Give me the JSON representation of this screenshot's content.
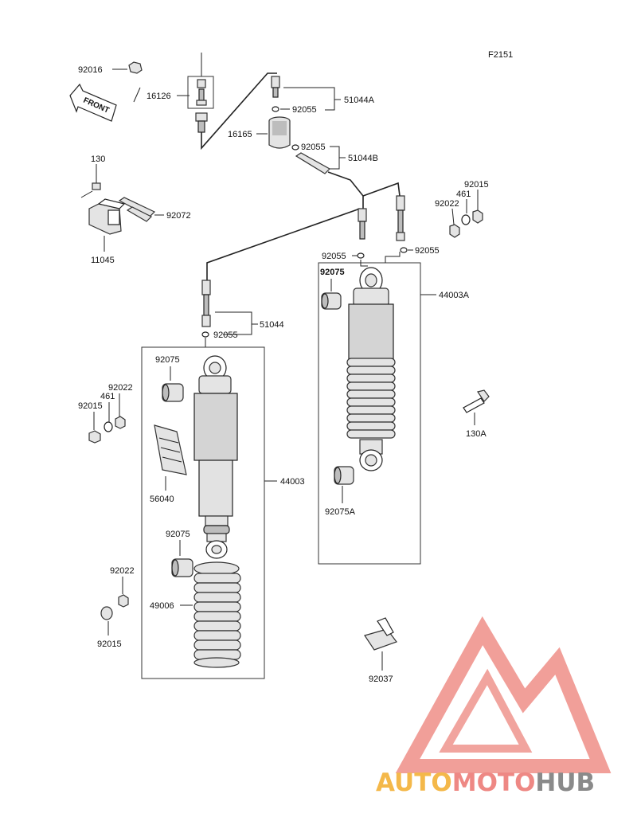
{
  "diagram": {
    "code": "F2151",
    "front_label": "FRONT",
    "labels": {
      "p92016": "92016",
      "p16126": "16126",
      "p51044A": "51044A",
      "p92055_a": "92055",
      "p16165": "16165",
      "p92055_b": "92055",
      "p51044B": "51044B",
      "p130": "130",
      "p92072": "92072",
      "p11045": "11045",
      "p92015_r": "92015",
      "p461_r": "461",
      "p92022_r": "92022",
      "p92055_c": "92055",
      "p92055_d": "92055",
      "p92075_r": "92075",
      "p44003A": "44003A",
      "p51044": "51044",
      "p92055_e": "92055",
      "p92075_l1": "92075",
      "p92022_l": "92022",
      "p461_l": "461",
      "p92015_l": "92015",
      "p130A": "130A",
      "p56040": "56040",
      "p44003": "44003",
      "p92075A": "92075A",
      "p92075_l2": "92075",
      "p92022_b": "92022",
      "p49006": "49006",
      "p92015_b": "92015",
      "p92037": "92037"
    }
  },
  "watermark": {
    "part1": "AUTO",
    "part2": "MOTO",
    "part3": "HUB",
    "colors": {
      "auto": "#f4b84a",
      "moto": "#ee8884",
      "hub": "#8a8a8a",
      "logo": "#f09a94"
    }
  }
}
